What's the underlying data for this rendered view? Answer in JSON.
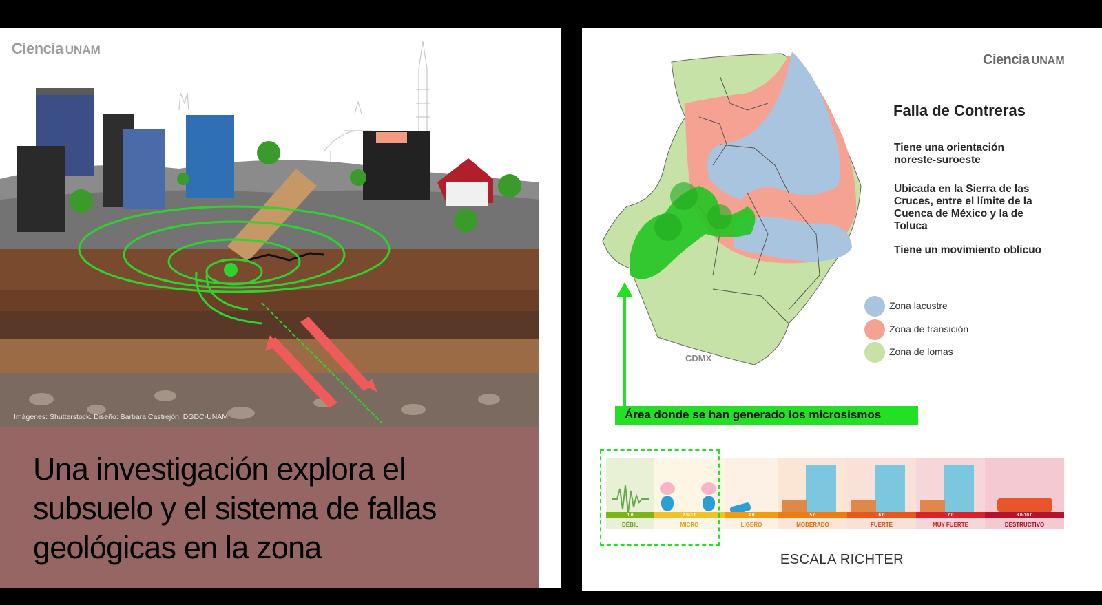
{
  "left": {
    "logo": {
      "ciencia": "Ciencia",
      "unam": "UNAM"
    },
    "credit": "Imágenes: Shutterstock. Diseño: Barbara Castrejón, DGDC-UNAM.",
    "headline": "Una investigación explora el subsuelo y el sistema de fallas geológicas en la zona"
  },
  "right": {
    "logo": {
      "ciencia": "Ciencia",
      "unam": "UNAM"
    },
    "title": "Falla de Contreras",
    "paragraphs": [
      "Tiene una orientación noreste-suroeste",
      "Ubicada en la Sierra de las Cruces, entre el límite de la Cuenca de México y la de Toluca",
      "Tiene un movimiento oblicuo"
    ],
    "legend": [
      {
        "label": "Zona lacustre",
        "color": "#a9c4de"
      },
      {
        "label": "Zona de transición",
        "color": "#f5a292"
      },
      {
        "label": "Zona de lomas",
        "color": "#c6e2a6"
      }
    ],
    "map_label": "CDMX",
    "area_label": "Área donde se han generado los microsismos",
    "scale_title": "ESCALA RICHTER",
    "scale": [
      {
        "range": "1.0",
        "name": "DÉBIL",
        "bar": "#7cb518",
        "bg": "#e8f1d6",
        "text": "#6a9a12"
      },
      {
        "range": "2.0-3.0",
        "name": "MICRO",
        "bar": "#f2c12e",
        "bg": "#fdf6e4",
        "text": "#d9a514"
      },
      {
        "range": "4.0",
        "name": "LIGERO",
        "bar": "#f39c12",
        "bg": "#fdf0e4",
        "text": "#e08b0a"
      },
      {
        "range": "5.0",
        "name": "MODERADO",
        "bar": "#ee7b13",
        "bg": "#fbe6d6",
        "text": "#e06b06"
      },
      {
        "range": "6.0",
        "name": "FUERTE",
        "bar": "#e8571d",
        "bg": "#f9e1d8",
        "text": "#d94a12"
      },
      {
        "range": "7.0",
        "name": "MUY FUERTE",
        "bar": "#d8232a",
        "bg": "#f6d6d9",
        "text": "#c81a22"
      },
      {
        "range": "8.0-10.0",
        "name": "DESTRUCTIVO",
        "bar": "#b5122c",
        "bg": "#f4c9d2",
        "text": "#a70c24"
      }
    ]
  }
}
